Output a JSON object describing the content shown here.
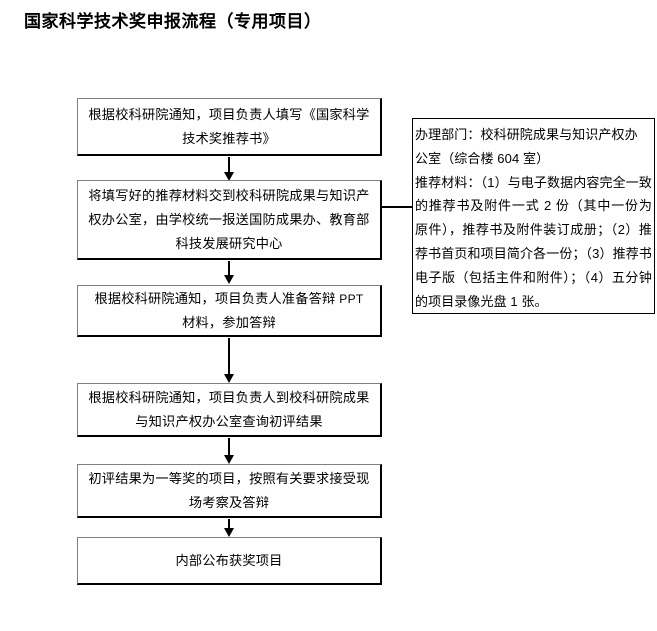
{
  "document": {
    "title": "国家科学技术奖申报流程（专用项目）"
  },
  "flowchart": {
    "orientation": "vertical",
    "connector_icon": "down-arrow-icon",
    "steps": [
      {
        "id": "step-1",
        "order": 1,
        "text": "根据校科研院通知，项目负责人填写《国家科学技术奖推荐书》"
      },
      {
        "id": "step-2",
        "order": 2,
        "text": "将填写好的推荐材料交到校科研院成果与知识产权办公室，由学校统一报送国防成果办、教育部科技发展研究中心"
      },
      {
        "id": "step-3",
        "order": 3,
        "text_before": "根据校科研院通知，项目负责人准备答辩 ",
        "text_latin": "PPT",
        "text_after": " 材料，参加答辩"
      },
      {
        "id": "step-4",
        "order": 4,
        "text": "根据校科研院通知，项目负责人到校科研院成果与知识产权办公室查询初评结果"
      },
      {
        "id": "step-5",
        "order": 5,
        "text": "初评结果为一等奖的项目，按照有关要求接受现场考察及答辩"
      },
      {
        "id": "step-6",
        "order": 6,
        "text": "内部公布获奖项目"
      }
    ]
  },
  "side_note": {
    "attached_to_step": "step-2",
    "line_1": "办理部门：校科研院成果与知识产权办",
    "line_2": "公室（综合楼 604 室）",
    "paragraph": "推荐材料：（1）与电子数据内容完全一致的推荐书及附件一式 2 份（其中一份为原件），推荐书及附件装订成册；（2）推荐书首页和项目简介各一份；（3）推荐书电子版（包括主件和附件）；（4）五分钟的项目录像光盘 1 张。"
  },
  "colors": {
    "background": "#ffffff",
    "text": "#000000",
    "box_border_light": "#808080",
    "box_border_dark": "#000000",
    "note_border": "#000000"
  }
}
